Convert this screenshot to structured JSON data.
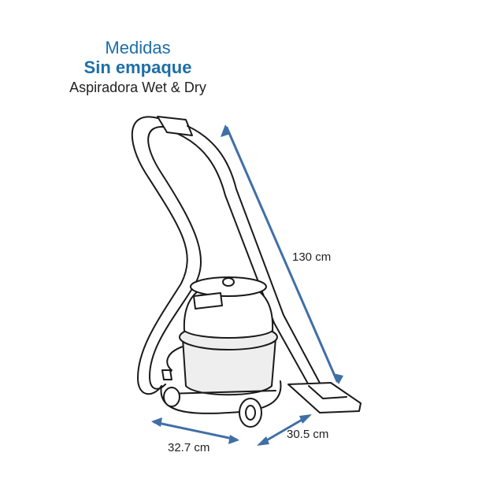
{
  "header": {
    "line1": "Medidas",
    "line2": "Sin empaque",
    "line3": "Aspiradora Wet & Dry"
  },
  "dimensions": {
    "height": "130 cm",
    "depth": "30.5 cm",
    "width": "32.7 cm"
  },
  "colors": {
    "accent": "#1d6ea8",
    "dimension_line": "#3f6fa6",
    "outline": "#1a1a1a",
    "body_fill": "#eeeeee",
    "text": "#222222"
  }
}
